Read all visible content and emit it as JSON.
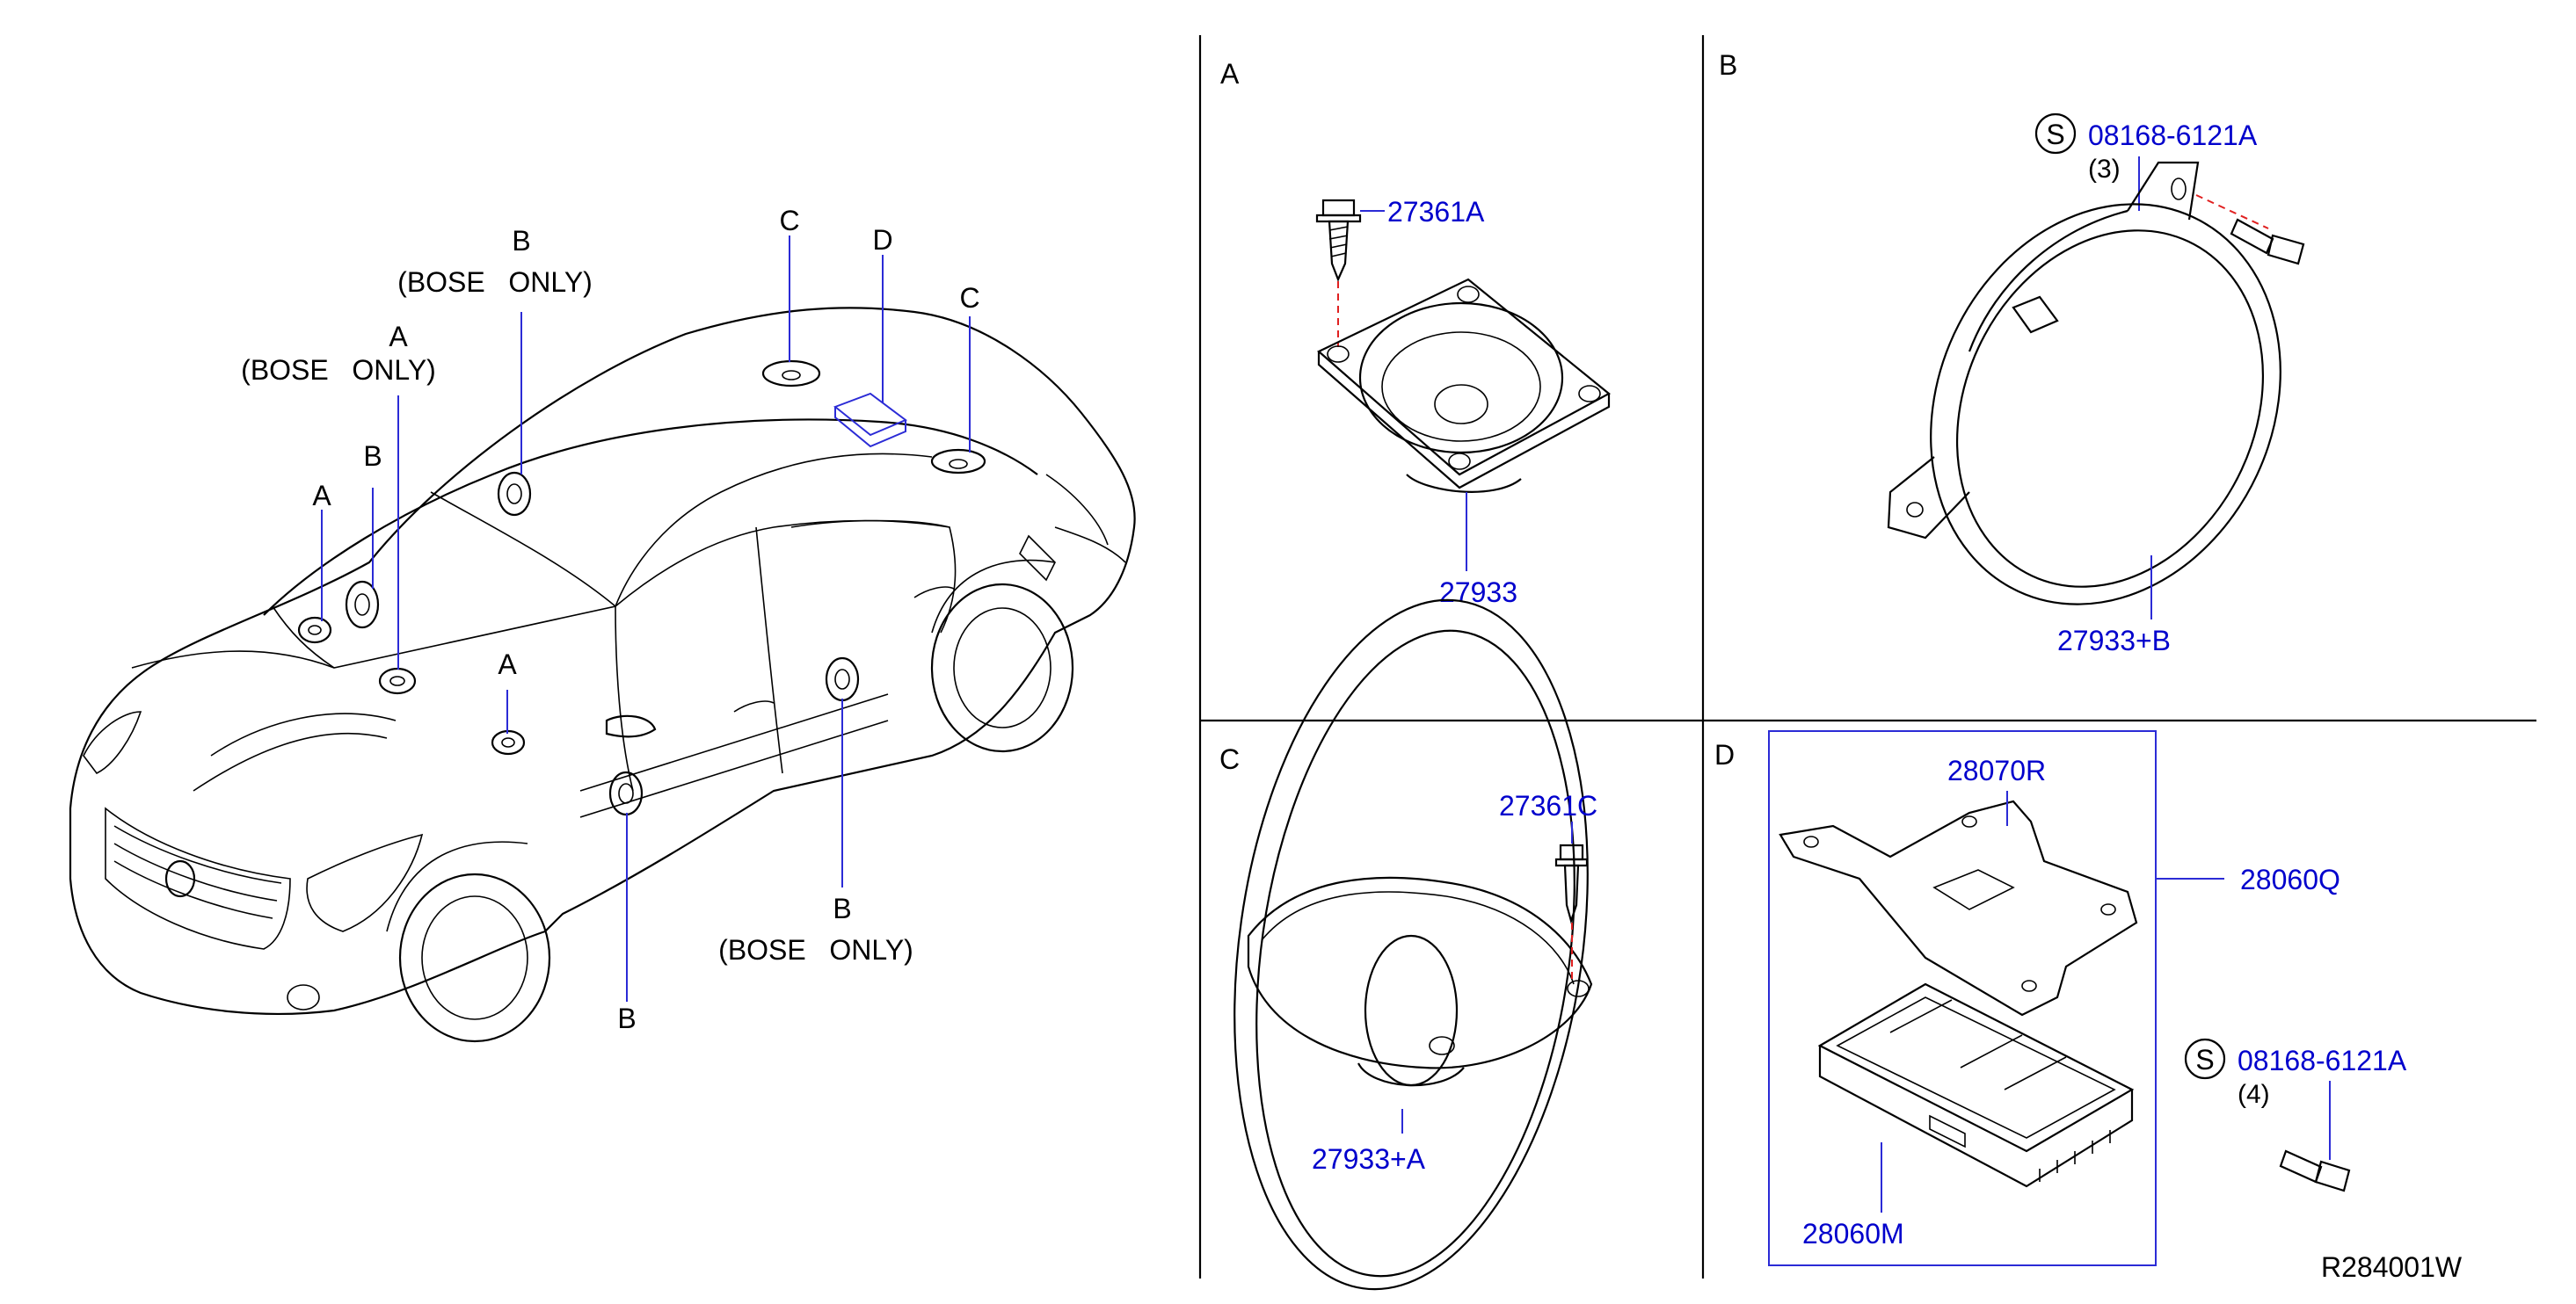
{
  "overview": {
    "callouts": {
      "a1": "A",
      "a2": "A",
      "a3": "A",
      "b1": "B",
      "b2": "B",
      "b3": "B",
      "b4": "B",
      "c1": "C",
      "c2": "C",
      "d1": "D",
      "bose_only": "(BOSE   ONLY)"
    }
  },
  "panels": {
    "a": {
      "letter": "A",
      "parts": {
        "screw": "27361A",
        "speaker": "27933"
      }
    },
    "b": {
      "letter": "B",
      "parts": {
        "s_symbol": "S",
        "screw": "08168-6121A",
        "qty": "(3)",
        "speaker": "27933+B"
      }
    },
    "c": {
      "letter": "C",
      "parts": {
        "screw": "27361C",
        "speaker": "27933+A"
      }
    },
    "d": {
      "letter": "D",
      "parts": {
        "bracket": "28070R",
        "assembly": "28060Q",
        "amplifier": "28060M",
        "s_symbol": "S",
        "screw": "08168-6121A",
        "qty": "(4)"
      }
    }
  },
  "diagram_code": "R284001W"
}
